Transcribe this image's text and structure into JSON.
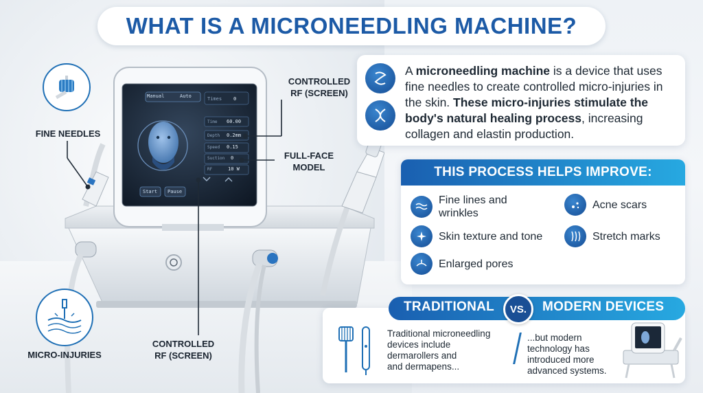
{
  "title": "WHAT IS A MICRONEEDLING MACHINE?",
  "callouts": {
    "fine_needles": "FINE NEEDLES",
    "micro_injuries": "MICRO-INJURIES",
    "controlled_rf_top": [
      "CONTROLLED",
      "RF (SCREEN)"
    ],
    "full_face_model": [
      "FULL-FACE",
      "MODEL"
    ],
    "controlled_rf_bottom": [
      "CONTROLLED",
      "RF (SCREEN)"
    ]
  },
  "screen": {
    "mode_manual": "Manual",
    "mode_auto": "Auto",
    "times_label": "Times",
    "times_value": "0",
    "params": [
      {
        "label": "Time",
        "value": "60.00"
      },
      {
        "label": "Depth",
        "value": "0.2mm"
      },
      {
        "label": "Speed",
        "value": "0.15"
      },
      {
        "label": "Suction",
        "value": "0"
      },
      {
        "label": "RF",
        "value": "10 W"
      }
    ],
    "start": "Start",
    "pause": "Pause"
  },
  "intro": {
    "p1_prefix": "A ",
    "p1_bold": "microneedling machine",
    "p1_rest": " is a device that uses fine needles to create controlled micro-injuries in the skin. ",
    "p2_bold": "These micro-injuries stimulate the body's natural healing process",
    "p2_rest": ", increasing collagen and elastin production."
  },
  "process": {
    "heading": "THIS PROCESS HELPS IMPROVE:",
    "items": [
      {
        "label": "Fine lines and wrinkles",
        "icon": "wave-lines-icon"
      },
      {
        "label": "Acne scars",
        "icon": "dots-icon"
      },
      {
        "label": "Skin texture and tone",
        "icon": "sparkle-icon"
      },
      {
        "label": "Stretch marks",
        "icon": "stretch-icon"
      },
      {
        "label": "Enlarged pores",
        "icon": "pore-icon"
      }
    ]
  },
  "comparison": {
    "left_title": "TRADITIONAL",
    "vs": "VS.",
    "right_title": "MODERN DEVICES",
    "left_text": [
      "Traditional microneedling",
      "devices include",
      "dermarollers and",
      "and dermapens..."
    ],
    "right_text": [
      "...but modern",
      "technology has",
      "introduced more",
      "advanced systems."
    ]
  },
  "colors": {
    "brand_blue": "#1c5aa6",
    "accent_cyan": "#27a9e1",
    "dark_navy": "#1a4f95"
  }
}
